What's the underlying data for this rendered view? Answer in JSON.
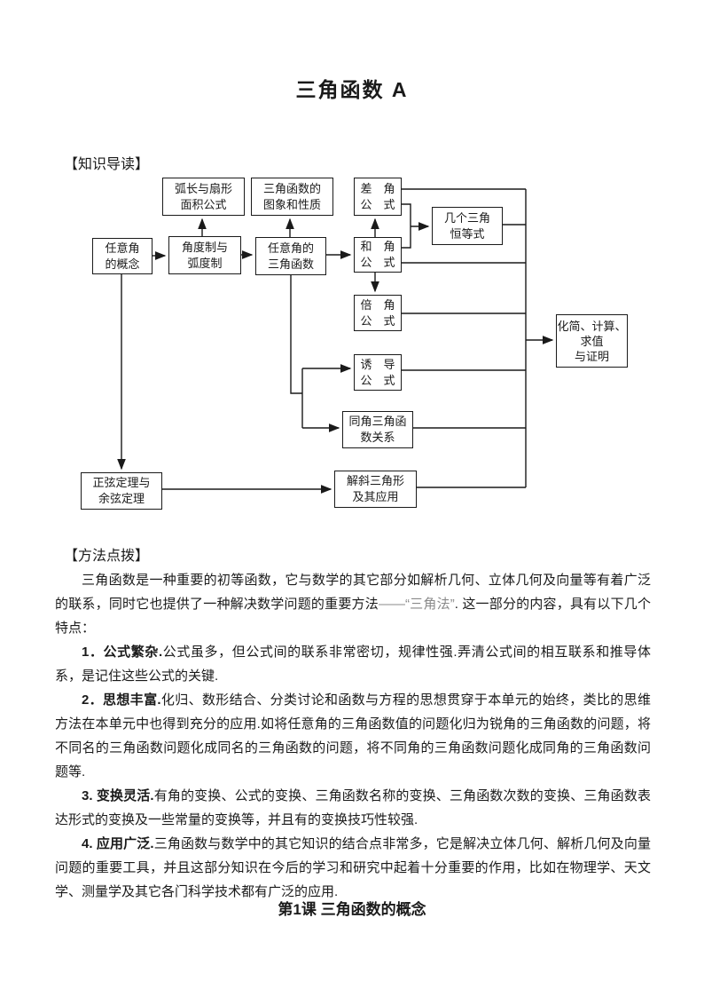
{
  "title": "三角函数 A",
  "sections": {
    "knowledge_label": "【知识导读】",
    "method_label": "【方法点拨】"
  },
  "flowchart": {
    "boxes": {
      "arc_sector": {
        "line1": "弧长与扇形",
        "line2": "面积公式"
      },
      "graph_props": {
        "line1": "三角函数的",
        "line2": "图象和性质"
      },
      "angle_concept": {
        "line1": "任意角",
        "line2": "的概念"
      },
      "degree_radian": {
        "line1": "角度制与",
        "line2": "弧度制"
      },
      "any_angle_trig": {
        "line1": "任意角的",
        "line2": "三角函数"
      },
      "diff_formula": {
        "line1": "差　角",
        "line2": "公　式"
      },
      "identities": {
        "line1": "几个三角",
        "line2": "恒等式"
      },
      "sum_formula": {
        "line1": "和　角",
        "line2": "公　式"
      },
      "double_formula": {
        "line1": "倍　角",
        "line2": "公　式"
      },
      "induction": {
        "line1": "诱　导",
        "line2": "公　式"
      },
      "same_angle": {
        "line1": "同角三角函",
        "line2": "数关系"
      },
      "simplify": {
        "line1": "化简、计算、",
        "line2": "求值",
        "line3": "与证明"
      },
      "sine_cosine": {
        "line1": "正弦定理与",
        "line2": "余弦定理"
      },
      "oblique": {
        "line1": "解斜三角形",
        "line2": "及其应用"
      }
    }
  },
  "method": {
    "intro": {
      "text_before": "三角函数是一种重要的初等函数，它与数学的其它部分如解析几何、立体几何及向量等有着广泛的联系，同时它也提供了一种解决数学问题的重要方法",
      "highlight": "——“三角法”",
      "text_after": ". 这一部分的内容，具有以下几个特点："
    },
    "points": [
      {
        "lead": "1．公式繁杂.",
        "text": "公式虽多，但公式间的联系非常密切，规律性强.弄清公式间的相互联系和推导体系，是记住这些公式的关键."
      },
      {
        "lead": "2．思想丰富.",
        "text": "化归、数形结合、分类讨论和函数与方程的思想贯穿于本单元的始终，类比的思维方法在本单元中也得到充分的应用.如将任意角的三角函数值的问题化归为锐角的三角函数的问题，将不同名的三角函数问题化成同名的三角函数的问题，将不同角的三角函数问题化成同角的三角函数问题等."
      },
      {
        "lead": "3. 变换灵活.",
        "text": "有角的变换、公式的变换、三角函数名称的变换、三角函数次数的变换、三角函数表达形式的变换及一些常量的变换等，并且有的变换技巧性较强."
      },
      {
        "lead": "4. 应用广泛.",
        "text": "三角函数与数学中的其它知识的结合点非常多，它是解决立体几何、解析几何及向量问题的重要工具，并且这部分知识在今后的学习和研究中起着十分重要的作用，比如在物理学、天文学、测量学及其它各门科学技术都有广泛的应用."
      }
    ]
  },
  "lesson_title": "第1课 三角函数的概念"
}
